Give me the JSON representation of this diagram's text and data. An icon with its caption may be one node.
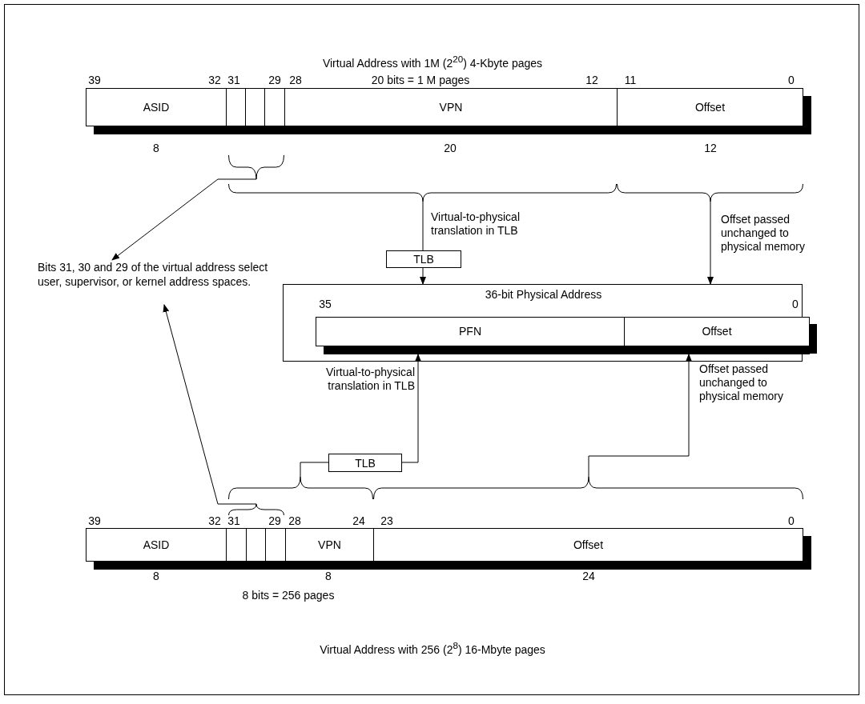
{
  "diagram": {
    "title": "Virtual Address with 1M (2$^{20}$) 4-Kbyte pages",
    "caption": "Virtual Address with 256 (2$^{8}$) 16-Mbyte pages",
    "nodes": [
      {
        "text": [
          "ASID"
        ]
      },
      {
        "text": [],
        "shape": "box"
      },
      {
        "text": [],
        "shape": "box"
      },
      {
        "text": [],
        "shape": "box"
      },
      {
        "text": [
          "VPN"
        ]
      },
      {
        "text": [
          "Offset"
        ]
      },
      {
        "text": [
          "Bits 31, 30 and 29 of the virtual address select user, supervisor, or kernel address spaces."
        ]
      },
      {
        "text": [
          "TLB"
        ]
      },
      {
        "text": [
          "36-bit Physical Address"
        ]
      },
      {
        "text": [
          "PFN"
        ],
        "in": 8
      },
      {
        "text": [
          "Offset"
        ],
        "in": 8
      },
      {
        "text": [
          "TLB"
        ]
      },
      {
        "text": [
          "ASID"
        ]
      },
      {
        "text": [],
        "shape": "box"
      },
      {
        "text": [],
        "shape": "box"
      },
      {
        "text": [],
        "shape": "box"
      },
      {
        "text": [
          "VPN"
        ]
      },
      {
        "text": [
          "Offset"
        ]
      },
      {
        "text": [],
        "shape": "brace"
      },
      {
        "text": [],
        "shape": "brace"
      },
      {
        "text": [],
        "shape": "brace"
      },
      {
        "text": [],
        "shape": "brace"
      },
      {
        "text": [],
        "shape": "brace"
      },
      {
        "text": [],
        "shape": "brace"
      }
    ],
    "edges": [
      {
        "from": 18,
        "to": 6,
        "arrow": "to"
      },
      {
        "from": 19,
        "to": 7,
        "arrow": "none",
        "label": "Virtual-to-physical translation in TLB"
      },
      {
        "from": 7,
        "to": 8,
        "arrow": "to"
      },
      {
        "from": 20,
        "to": 8,
        "arrow": "to",
        "label": "Offset passed unchanged to physical memory"
      },
      {
        "from": 21,
        "to": 11,
        "arrow": "none"
      },
      {
        "from": 11,
        "to": 9,
        "arrow": "to",
        "label": "Virtual-to-physical translation in TLB"
      },
      {
        "from": 22,
        "to": 10,
        "arrow": "to",
        "label": "Offset passed unchanged to physical memory"
      },
      {
        "from": 23,
        "to": 6,
        "arrow": "to"
      }
    ],
    "labels": [
      "39",
      "32",
      "31",
      "29",
      "28",
      "20 bits = 1 M pages",
      "12",
      "11",
      "0",
      "8",
      "20",
      "12",
      "35",
      "0",
      "39",
      "32",
      "31",
      "29",
      "28",
      "24",
      "23",
      "0",
      "8",
      "8",
      "24",
      "8 bits = 256 pages"
    ]
  }
}
